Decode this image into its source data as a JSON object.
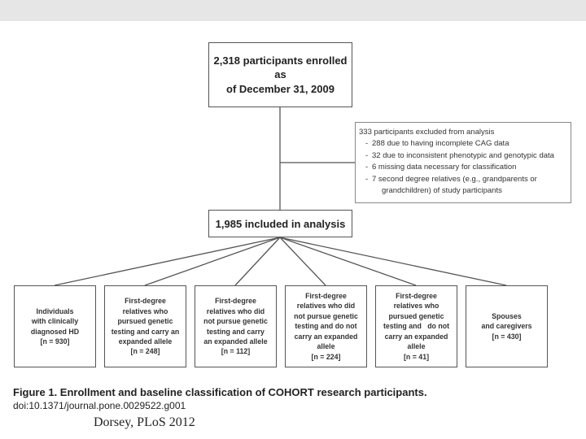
{
  "enrolled_box": {
    "line1": "2,318 participants enrolled as",
    "line2": "of December 31, 2009"
  },
  "excluded_box": {
    "title": "333 participants excluded from analysis",
    "items": [
      "288 due to having incomplete CAG data",
      "32 due to inconsistent phenotypic and genotypic data",
      "6 missing data necessary for classification",
      "7 second degree relatives (e.g., grandparents or"
    ],
    "item_continuation": "grandchildren) of study participants"
  },
  "included_box": {
    "label": "1,985 included in analysis"
  },
  "categories": [
    {
      "lines": [
        "Individuals",
        "with clinically",
        "diagnosed HD"
      ],
      "n": "[n = 930]"
    },
    {
      "lines": [
        "First-degree",
        "relatives who",
        "pursued genetic",
        "testing and carry an",
        "expanded allele"
      ],
      "n": "[n = 248]"
    },
    {
      "lines": [
        "First-degree",
        "relatives who did",
        "not pursue genetic",
        "testing and carry",
        "an expanded allele"
      ],
      "n": "[n = 112]"
    },
    {
      "lines": [
        "First-degree",
        "relatives who did",
        "not pursue genetic",
        "testing and do not",
        "carry an expanded",
        "allele"
      ],
      "n": "[n = 224]"
    },
    {
      "lines": [
        "First-degree",
        "relatives who",
        "pursued genetic",
        "testing and   do not",
        "carry an expanded",
        "allele"
      ],
      "n": "[n = 41]"
    },
    {
      "lines": [
        "Spouses",
        "and caregivers"
      ],
      "n": "[n = 430]"
    }
  ],
  "caption": {
    "title": "Figure 1. Enrollment and baseline classification of COHORT research participants.",
    "doi": "doi:10.1371/journal.pone.0029522.g001"
  },
  "citation": "Dorsey, PLoS 2012"
}
